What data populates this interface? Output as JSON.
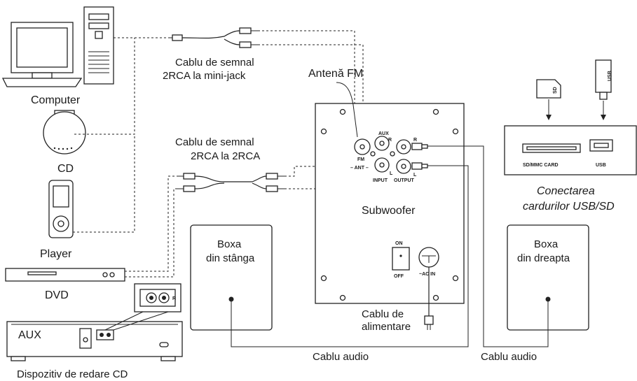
{
  "labels": {
    "computer": "Computer",
    "cd": "CD",
    "player": "Player",
    "dvd": "DVD",
    "cd_player_device": "Dispozitiv de redare CD",
    "aux_device": "AUX",
    "cable_2rca_minijack_line1": "Cablu de semnal",
    "cable_2rca_minijack_line2": "2RCA la mini-jack",
    "cable_2rca_2rca_line1": "Cablu de semnal",
    "cable_2rca_2rca_line2": "2RCA la 2RCA",
    "fm_antenna": "Antenă FM",
    "subwoofer": "Subwoofer",
    "power_cable_line1": "Cablu de",
    "power_cable_line2": "alimentare",
    "audio_cable_left": "Cablu audio",
    "audio_cable_right": "Cablu audio",
    "left_speaker_line1": "Boxa",
    "left_speaker_line2": "din stânga",
    "right_speaker_line1": "Boxa",
    "right_speaker_line2": "din dreapta",
    "usb_sd_line1": "Conectarea",
    "usb_sd_line2": "cardurilor USB/SD"
  },
  "panel": {
    "aux": "AUX",
    "r_top": "R",
    "r_out": "R",
    "l_out": "L",
    "l_in": "L",
    "fm": "FM",
    "ant": "– ANT –",
    "input": "INPUT",
    "output": "OUTPUT",
    "on": "ON",
    "off": "OFF",
    "ac_in": "~AC IN"
  },
  "card_panel": {
    "sd_card": "SD",
    "usb_stick": "USB",
    "sd_slot_label": "SD/MMC CARD",
    "usb_slot_label": "USB"
  },
  "cd_device_jack": {
    "r": "R"
  }
}
